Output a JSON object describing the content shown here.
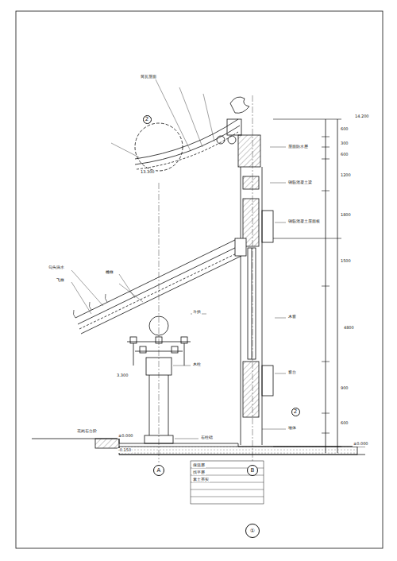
{
  "diagram": {
    "nodes": [
      {
        "text": [
          "A"
        ]
      },
      {
        "text": [
          "B"
        ]
      },
      {
        "text": [
          "①"
        ]
      },
      {
        "text": [
          "2"
        ]
      },
      {
        "text": [
          "2"
        ]
      }
    ],
    "labels": [
      "14.200",
      "13.300",
      "3.300",
      "±0.000",
      "-0.150",
      "±0.000",
      "600",
      "300",
      "600",
      "1200",
      "1800",
      "1500",
      "4800",
      "900",
      "600",
      "筒瓦屋面",
      "勾头滴水",
      "飞椽",
      "檐椽",
      "斗拱",
      "木柱",
      "石柱础",
      "花岗石台阶",
      "钢筋混凝土梁",
      "木窗",
      "窗台",
      "墙体",
      "屋面防水层",
      "钢筋混凝土屋面板",
      "保温层",
      "找平层",
      "素土夯实"
    ]
  }
}
